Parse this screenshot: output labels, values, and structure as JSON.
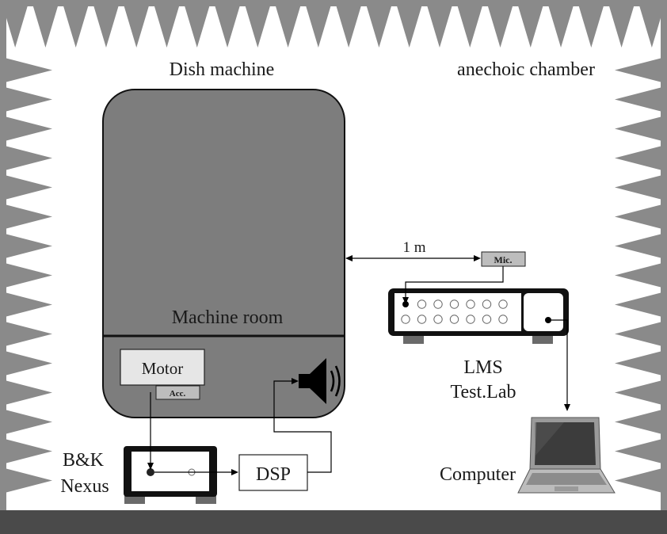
{
  "labels": {
    "dish_machine": "Dish machine",
    "anechoic_chamber": "anechoic chamber",
    "machine_room": "Machine room",
    "motor": "Motor",
    "accelerometer": "Acc.",
    "microphone": "Mic.",
    "distance": "1 m",
    "lms_line1": "LMS",
    "lms_line2": "Test.Lab",
    "bk_line1": "B&K",
    "bk_line2": "Nexus",
    "dsp": "DSP",
    "computer": "Computer"
  },
  "icons": {
    "speaker": "speaker-icon",
    "laptop": "laptop-icon"
  },
  "colors": {
    "wedge": "#8a8a8a",
    "chamber_wall": "#6e6e6e",
    "floor": "#4a4a4a",
    "machine_body": "#7d7d7d",
    "device_dark": "#111111",
    "label_box": "#bdbdbd"
  }
}
